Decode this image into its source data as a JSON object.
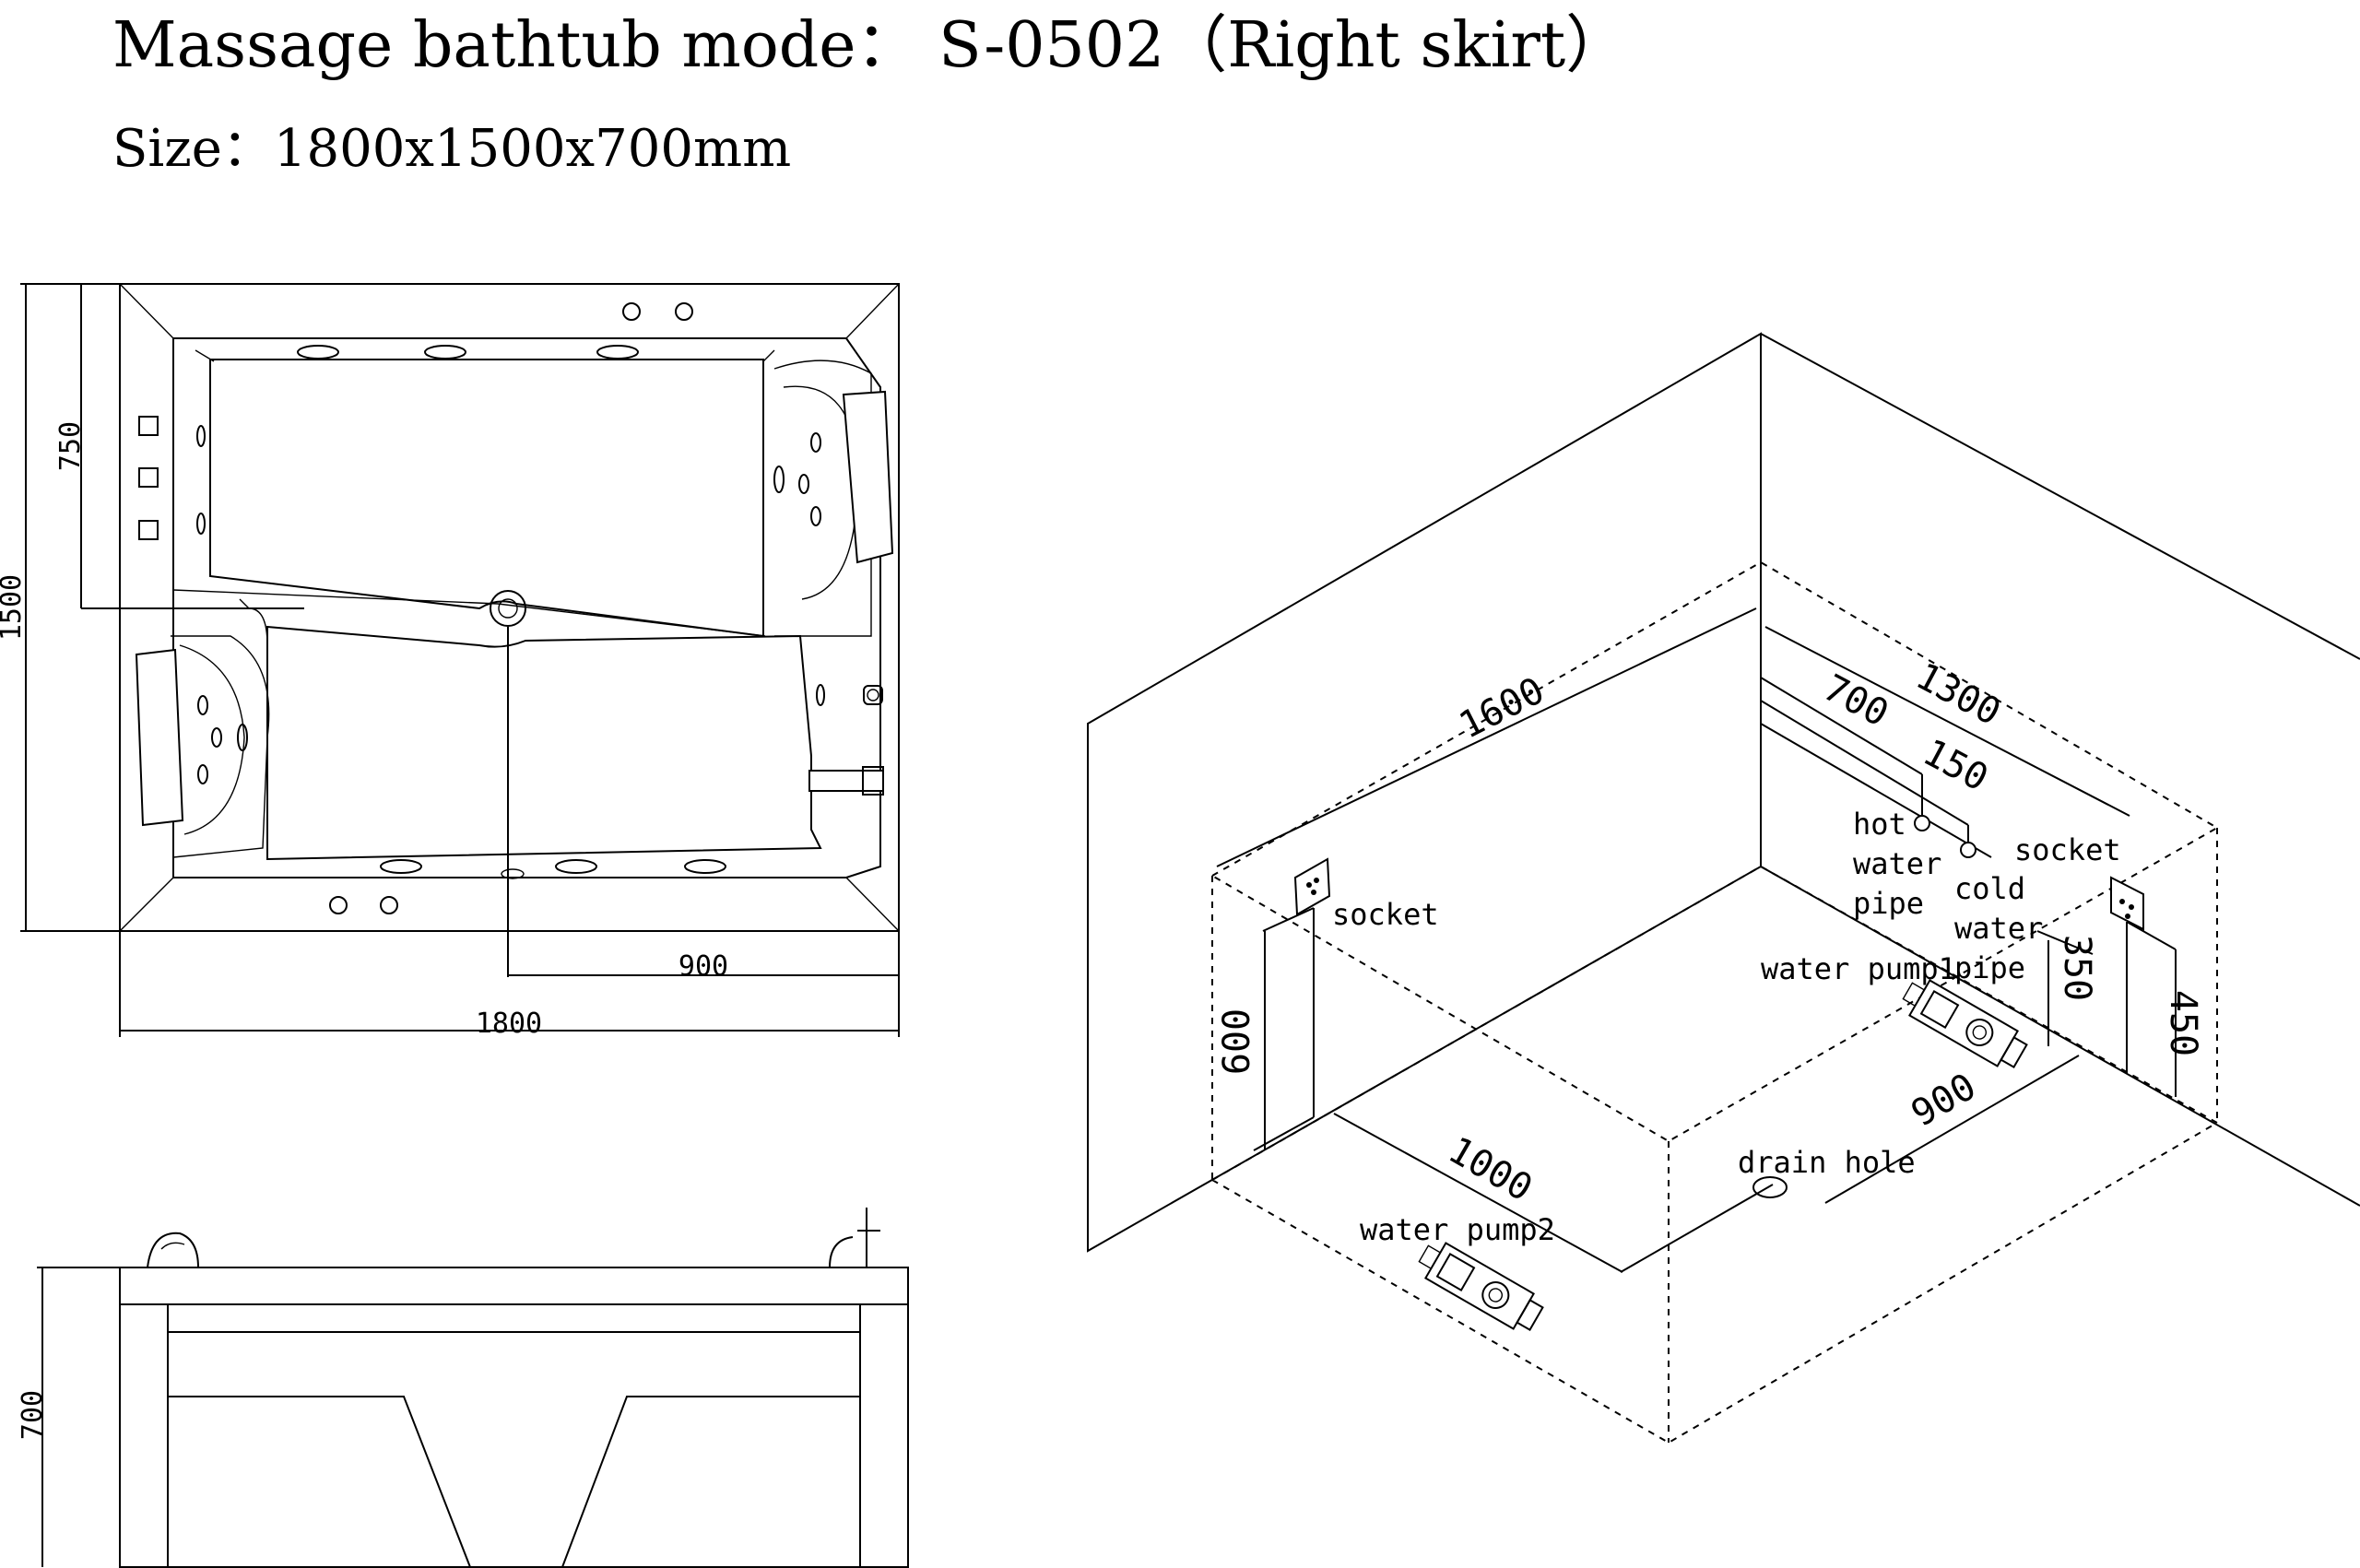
{
  "header": {
    "title": "Massage bathtub mode： S-0502（Right skirt）",
    "size": "Size：1800x1500x700mm"
  },
  "top_view": {
    "dim_width": "1800",
    "dim_depth": "1500",
    "dim_half": "750",
    "dim_drain_offset": "900"
  },
  "side_view": {
    "dim_height": "700"
  },
  "installation_view": {
    "dim_length": "1600",
    "dim_width_back": "1300",
    "dim_hot_pipe": "700",
    "dim_pipe_gap": "150",
    "dim_socket_left_height": "600",
    "dim_socket_right_height": "450",
    "dim_pipe_height": "350",
    "dim_drain_x": "1000",
    "dim_drain_y": "900",
    "labels": {
      "socket_left": "socket",
      "socket_right": "socket",
      "hot_pipe": [
        "hot",
        "water",
        "pipe"
      ],
      "cold_pipe": [
        "cold",
        "water",
        "pipe"
      ],
      "pump1": "water pump1",
      "pump2": "water pump2",
      "drain": "drain hole"
    }
  }
}
